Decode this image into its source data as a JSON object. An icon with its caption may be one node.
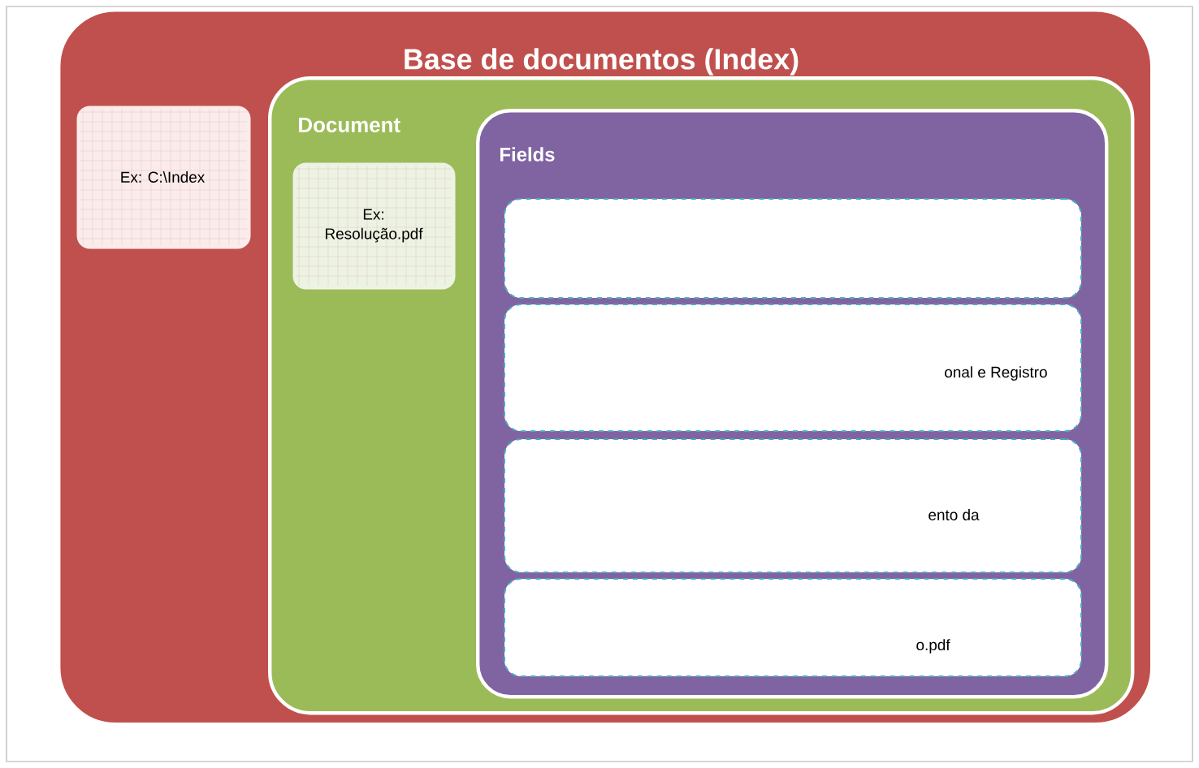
{
  "diagram": {
    "nodes": [
      {
        "text": [
          "Base de documentos (Index)"
        ]
      },
      {
        "text": [
          "Ex: C:\\Index"
        ],
        "in": 0
      },
      {
        "text": [
          "Document"
        ],
        "in": 0
      },
      {
        "text": [
          "Ex: Resolução.pdf"
        ],
        "in": 2
      },
      {
        "text": [
          "Fields"
        ],
        "in": 2
      },
      {
        "text": [],
        "shape": "box",
        "in": 4
      },
      {
        "text": [
          "onal e Registro"
        ],
        "in": 4
      },
      {
        "text": [
          "ento da"
        ],
        "in": 4
      },
      {
        "text": [
          "o.pdf"
        ],
        "in": 4
      }
    ],
    "edges": []
  }
}
